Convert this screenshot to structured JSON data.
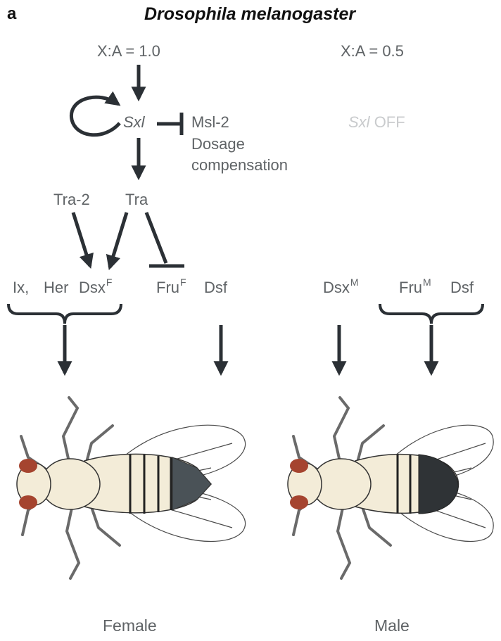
{
  "panel_label": "a",
  "title": "Drosophila melanogaster",
  "female_branch": {
    "ratio": "X:A = 1.0",
    "sxl": "Sxl",
    "msl2": "Msl-2",
    "dosage1": "Dosage",
    "dosage2": "compensation",
    "tra2": "Tra-2",
    "tra": "Tra",
    "ix": "Ix,",
    "her": "Her",
    "dsx_base": "Dsx",
    "dsx_sup": "F",
    "fru_base": "Fru",
    "fru_sup": "F",
    "dsf": "Dsf",
    "sex_label": "Female"
  },
  "male_branch": {
    "ratio": "X:A = 0.5",
    "sxl_off_gene": "Sxl",
    "sxl_off_text": "OFF",
    "dsx_base": "Dsx",
    "dsx_sup": "M",
    "fru_base": "Fru",
    "fru_sup": "M",
    "dsf": "Dsf",
    "sex_label": "Male"
  },
  "colors": {
    "arrow": "#2b3035",
    "text": "#5f6366",
    "off_text": "#c9cbcd",
    "fly_body": "#f3ecd8",
    "fly_eye": "#a5442f",
    "female_tip": "#4a5257",
    "male_tip": "#2f3336"
  }
}
